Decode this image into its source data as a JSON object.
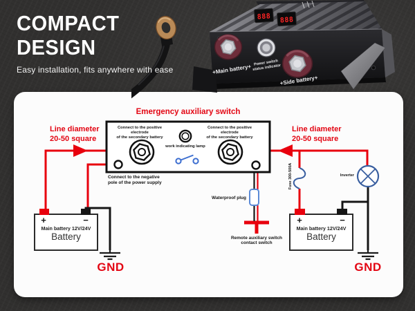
{
  "header": {
    "title_line1": "COMPACT",
    "title_line2": "DESIGN",
    "subtitle": "Easy installation, fits anywhere with ease"
  },
  "product": {
    "display_left": "888",
    "display_right": "888",
    "label_main_battery": "+Main battery+",
    "label_power_switch_line1": "Power switch",
    "label_power_switch_line2": "status indicator",
    "label_side_battery": "+Side battery+"
  },
  "diagram": {
    "title": "Emergency auxiliary switch",
    "line_diameter": {
      "line1": "Line diameter",
      "line2": "20-50 square"
    },
    "connect_positive": {
      "line1": "Connect to the positive electrode",
      "line2": "of the secondary battery"
    },
    "connect_negative": {
      "line1": "Connect to the negative",
      "line2": "pole of the power supply"
    },
    "work_lamp_label": "work indicating lamp",
    "waterproof_label": "Waterproof plug",
    "remote_switch": {
      "line1": "Remote auxiliary switch",
      "line2": "contact switch"
    },
    "fuse_label": "Fuse 300-500A",
    "inverter_label": "Inverter",
    "battery": {
      "plus": "+",
      "minus": "−",
      "line1": "Main battery 12V/24V",
      "line2": "Battery"
    },
    "gnd_label": "GND",
    "colors": {
      "wire_red": "#e8000d",
      "text_red": "#e30613",
      "wire_black": "#161616",
      "component_blue": "#3a5fa0",
      "switch_blue": "#3c6ed0",
      "plug_blue": "#5b8ad6",
      "panel_white": "#fcfcfc",
      "background_dark": "#31302f"
    }
  }
}
